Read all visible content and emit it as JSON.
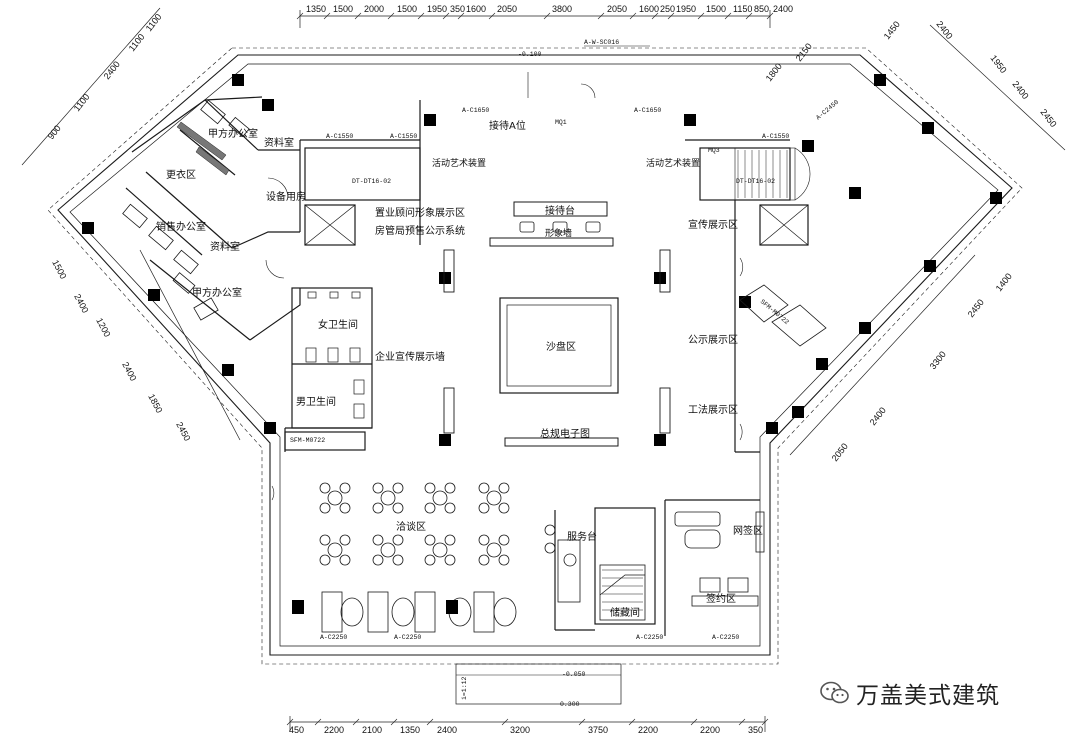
{
  "rooms": {
    "party_a_office_top": "甲方办公室",
    "archive_top": "资料室",
    "locker": "更衣区",
    "equipment": "设备用房",
    "sales_office": "销售办公室",
    "archive_mid": "资料室",
    "party_a_office_bottom": "甲方办公室",
    "womens_wc": "女卫生间",
    "mens_wc": "男卫生间",
    "corporate_wall": "企业宣传展示墙",
    "art_left": "活动艺术装置",
    "art_right": "活动艺术装置",
    "consultant_display": "置业顾问形象展示区",
    "presale_display": "房管局预售公示系统",
    "reception_a": "接待A位",
    "reception_desk": "接待台",
    "image_wall": "形象墙",
    "promo_display": "宣传展示区",
    "sand_table": "沙盘区",
    "public_display": "公示展示区",
    "method_display": "工法展示区",
    "master_plan": "总规电子图",
    "negotiation": "洽谈区",
    "service_desk": "服务台",
    "storage": "储藏间",
    "signing": "签约区",
    "web_signing": "网签区"
  },
  "tags": {
    "detail_ref": "A-W-SC016",
    "mq1": "MQ1",
    "mq3": "MQ3",
    "c1550_a": "A-C1550",
    "c1550_b": "A-C1550",
    "c1550_c": "A-C1550",
    "c1650_a": "A-C1650",
    "c1650_b": "A-C1650",
    "c2250_a": "A-C2250",
    "c2250_b": "A-C2250",
    "c2250_c": "A-C2250",
    "c2250_d": "A-C2250",
    "c2450": "A-C2450",
    "elev_left": "DT-DT16-02",
    "elev_right": "DT-DT16-02",
    "door_wc": "SFM-M0722",
    "door_right": "SFM-M0722",
    "level_top": "-0.100",
    "level_bottom": "-0.050",
    "level_ext": "0.300",
    "ramp": "i=1:12"
  },
  "dims_top": [
    "1350",
    "1500",
    "2000",
    "1500",
    "1950",
    "350",
    "1600",
    "2050",
    "3800",
    "2050",
    "1600",
    "250",
    "1950",
    "1500",
    "1150",
    "850",
    "2400"
  ],
  "dims_bottom": [
    "450",
    "2200",
    "2100",
    "1350",
    "2400",
    "3200",
    "3750",
    "2200",
    "2200",
    "350"
  ],
  "dims_left": [
    "1100",
    "1100",
    "2400",
    "1100",
    "900",
    "1500",
    "2400",
    "1200",
    "2400",
    "1850",
    "2450"
  ],
  "dims_right": [
    "1450",
    "2400",
    "1800",
    "2150",
    "1950",
    "2400",
    "2450",
    "1400",
    "2450",
    "3300",
    "2400",
    "2050"
  ],
  "watermark": {
    "text": "万盖美式建筑",
    "icon": "wechat-icon"
  },
  "colors": {
    "line": "#1a1a1a",
    "column": "#000000",
    "hatch": "#666666"
  }
}
